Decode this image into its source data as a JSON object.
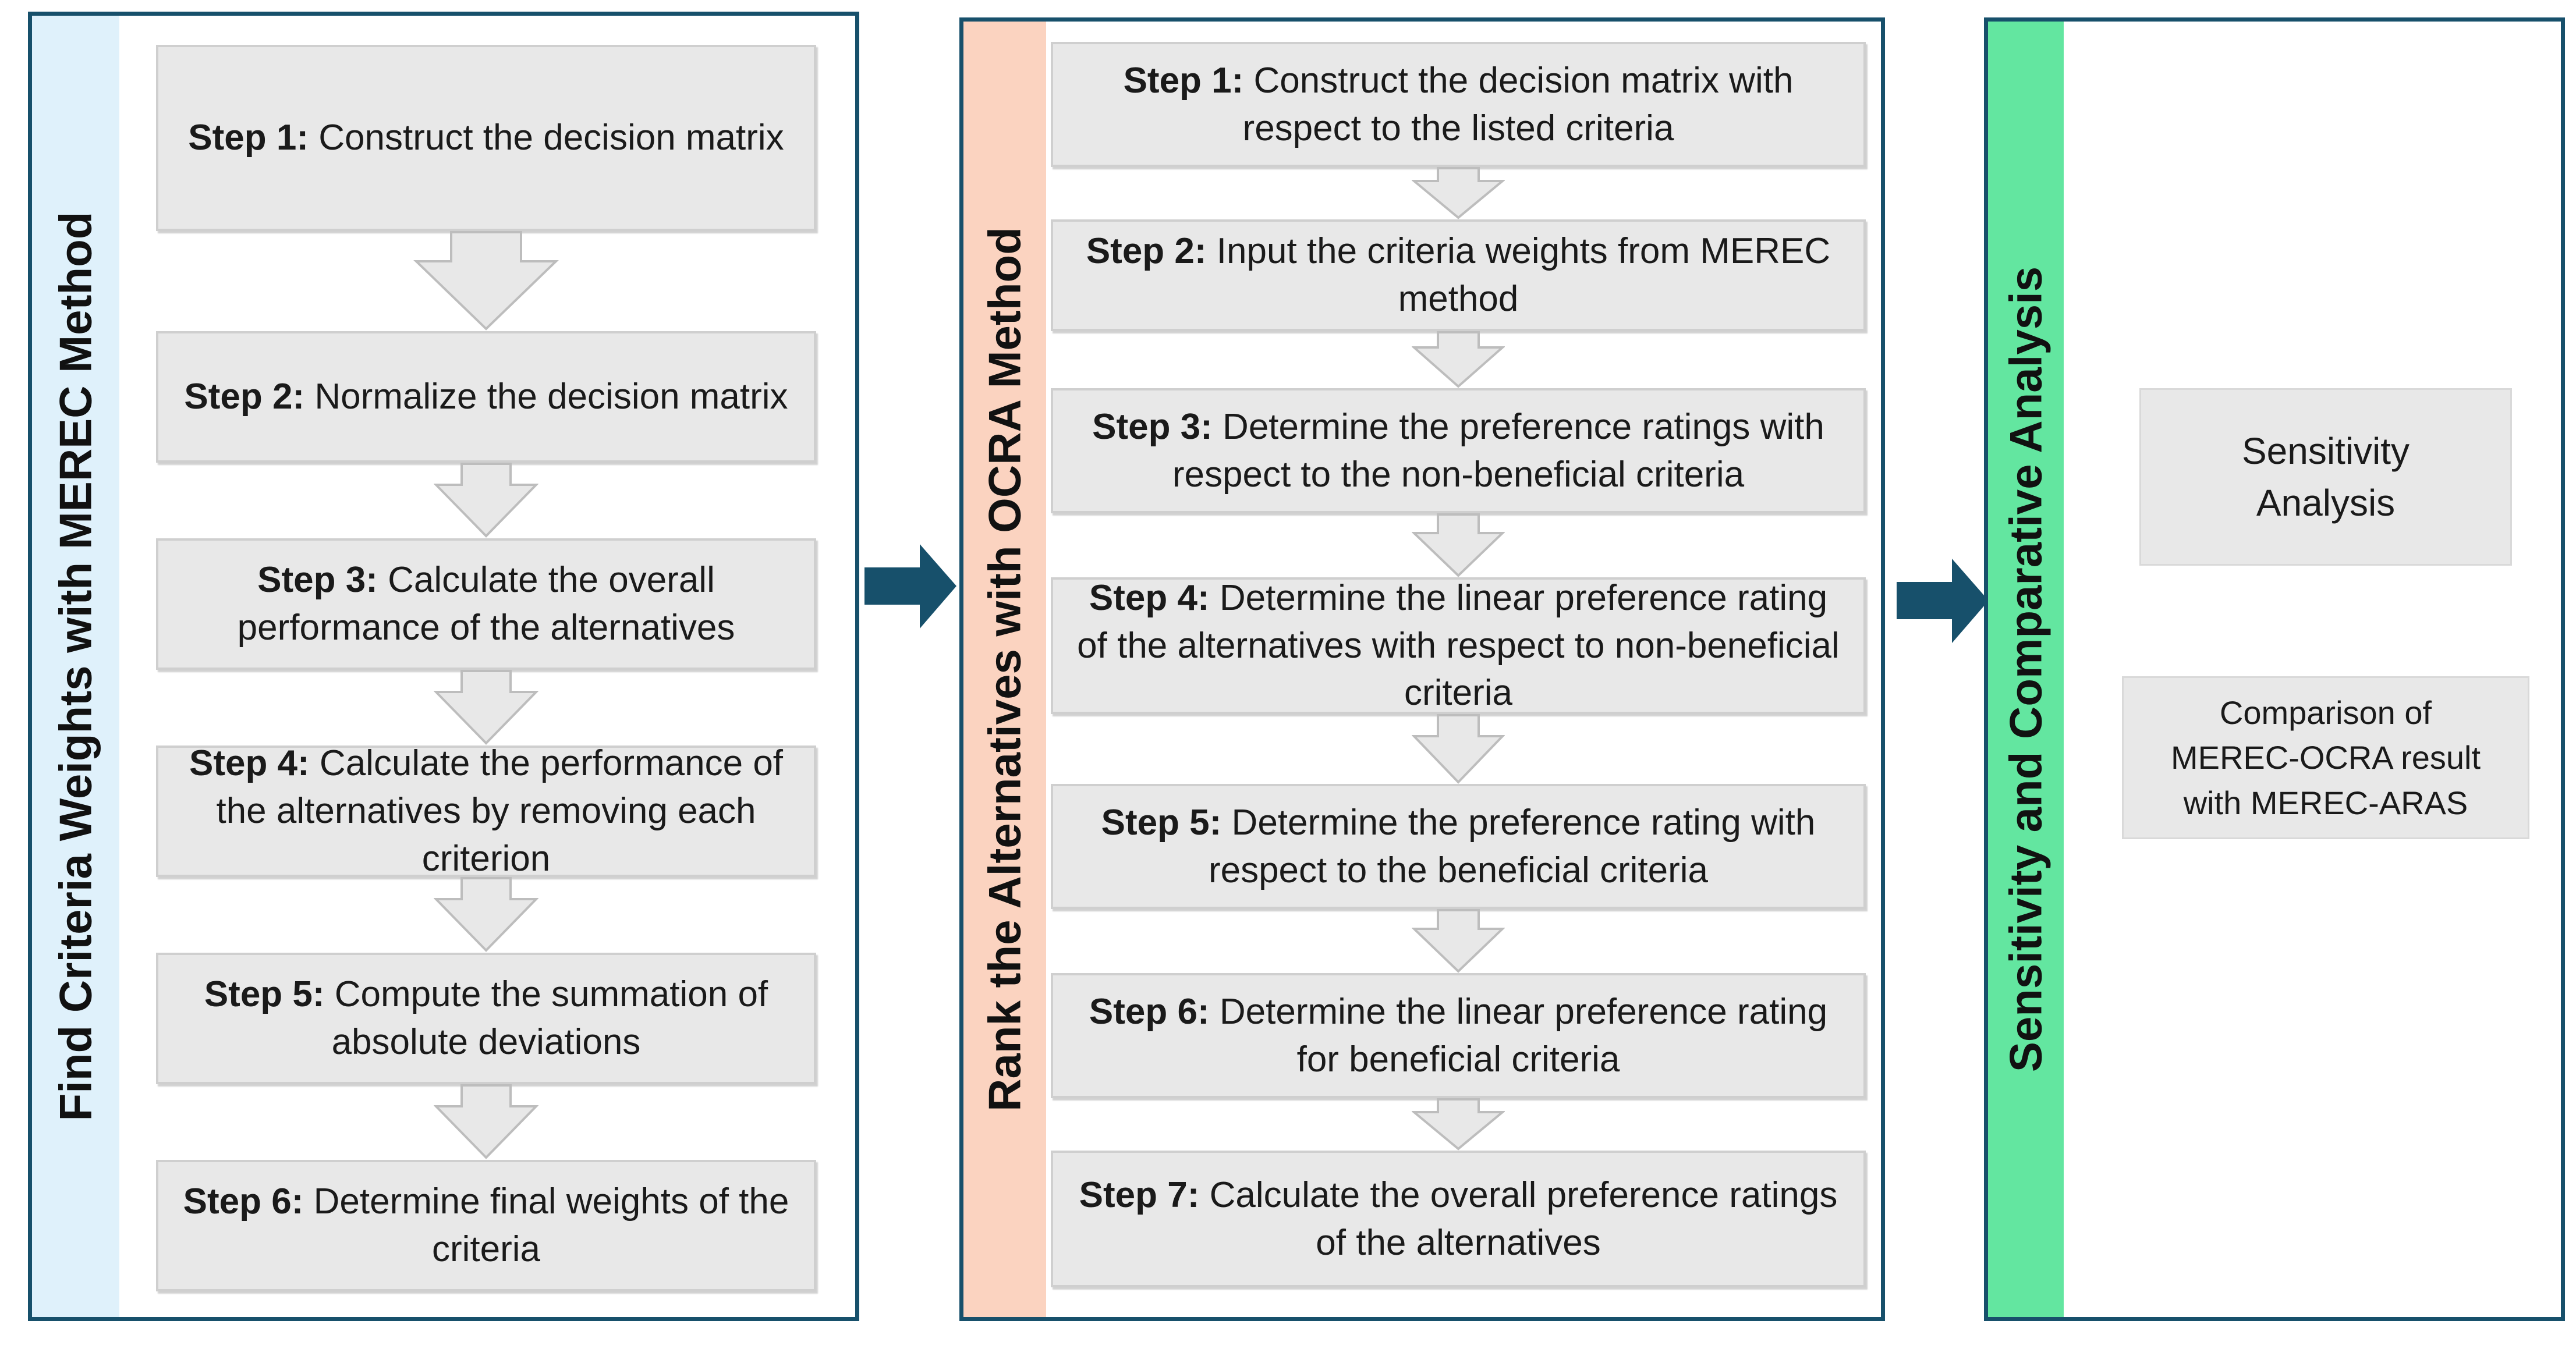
{
  "panels": {
    "merec": {
      "title": "Find Criteria Weights with MEREC Method",
      "strip_color": "#dff1fb",
      "steps": [
        {
          "label": "Step 1:",
          "text": "Construct the decision matrix"
        },
        {
          "label": "Step 2:",
          "text": "Normalize the decision matrix"
        },
        {
          "label": "Step 3:",
          "text": "Calculate the overall performance of the alternatives"
        },
        {
          "label": "Step 4:",
          "text": "Calculate the performance of the alternatives by removing each criterion"
        },
        {
          "label": "Step 5:",
          "text": "Compute the summation of absolute deviations"
        },
        {
          "label": "Step 6:",
          "text": "Determine final weights of the criteria"
        }
      ]
    },
    "ocra": {
      "title": "Rank the Alternatives with OCRA Method",
      "strip_color": "#fbd3c0",
      "steps": [
        {
          "label": "Step 1:",
          "text": "Construct the decision matrix with respect to the listed criteria"
        },
        {
          "label": "Step 2:",
          "text": "Input the criteria weights from MEREC method"
        },
        {
          "label": "Step 3:",
          "text": "Determine the preference ratings with respect to the non-beneficial criteria"
        },
        {
          "label": "Step 4:",
          "text": "Determine the linear preference rating of the alternatives with respect to non-beneficial criteria"
        },
        {
          "label": "Step 5:",
          "text": "Determine the preference rating with respect to the beneficial criteria"
        },
        {
          "label": "Step 6:",
          "text": "Determine the linear preference rating for beneficial criteria"
        },
        {
          "label": "Step 7:",
          "text": "Calculate the overall preference ratings of the alternatives"
        }
      ]
    },
    "analysis": {
      "title": "Sensitivity and Comparative  Analysis",
      "strip_color": "#63e6a0",
      "items": [
        "Sensitivity Analysis",
        "Comparison of MEREC-OCRA result with MEREC-ARAS"
      ]
    }
  },
  "colors": {
    "border": "#17506b",
    "arrow": "#17506b",
    "step_fill": "#e8e8e8"
  }
}
